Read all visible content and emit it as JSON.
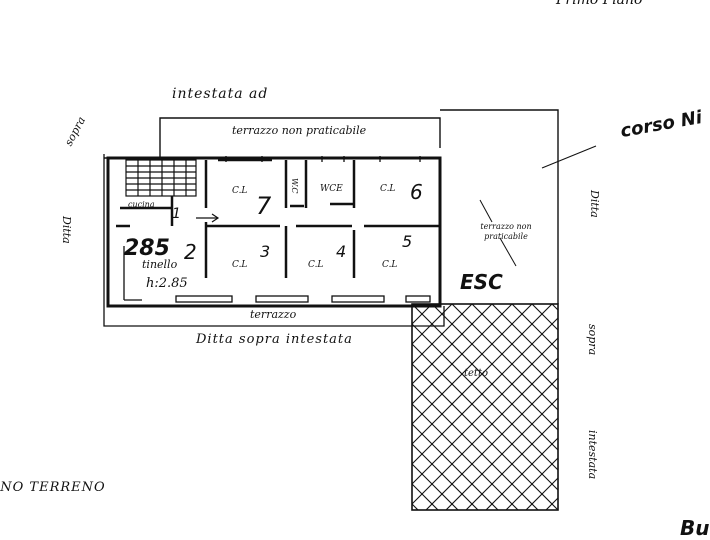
{
  "header": {
    "top_right": "Primo Piano",
    "north_top": "intestata ad",
    "north_left": "sopra",
    "west": "Ditta",
    "right_street": "corso Ni",
    "east": "Ditta",
    "south": "Ditta sopra intestata",
    "east_lower_1": "sopra",
    "east_lower_2": "intestata",
    "bottom_left": "PIANO TERRENO",
    "bottom_right": "Bu"
  },
  "rooms": {
    "terrazzo_top": "terrazzo non praticabile",
    "cucina": "cucina",
    "n1": "1",
    "n285": "285",
    "n2": "2",
    "tinello": "tinello",
    "h": "h:2.85",
    "cl7": "C.L",
    "n7": "7",
    "wc1": "W.C",
    "wc2": "WCE",
    "cl6": "C.L",
    "n6": "6",
    "cl3": "C.L",
    "n3": "3",
    "cl4": "C.L",
    "n4": "4",
    "cl5": "C.L",
    "n5": "5",
    "terrazzo_bottom": "terrazzo",
    "terrazzo_right": "terrazzo non praticabile",
    "esc": "ESC",
    "tetto": "tetto"
  },
  "colors": {
    "ink": "#111111",
    "paper": "#ffffff"
  }
}
